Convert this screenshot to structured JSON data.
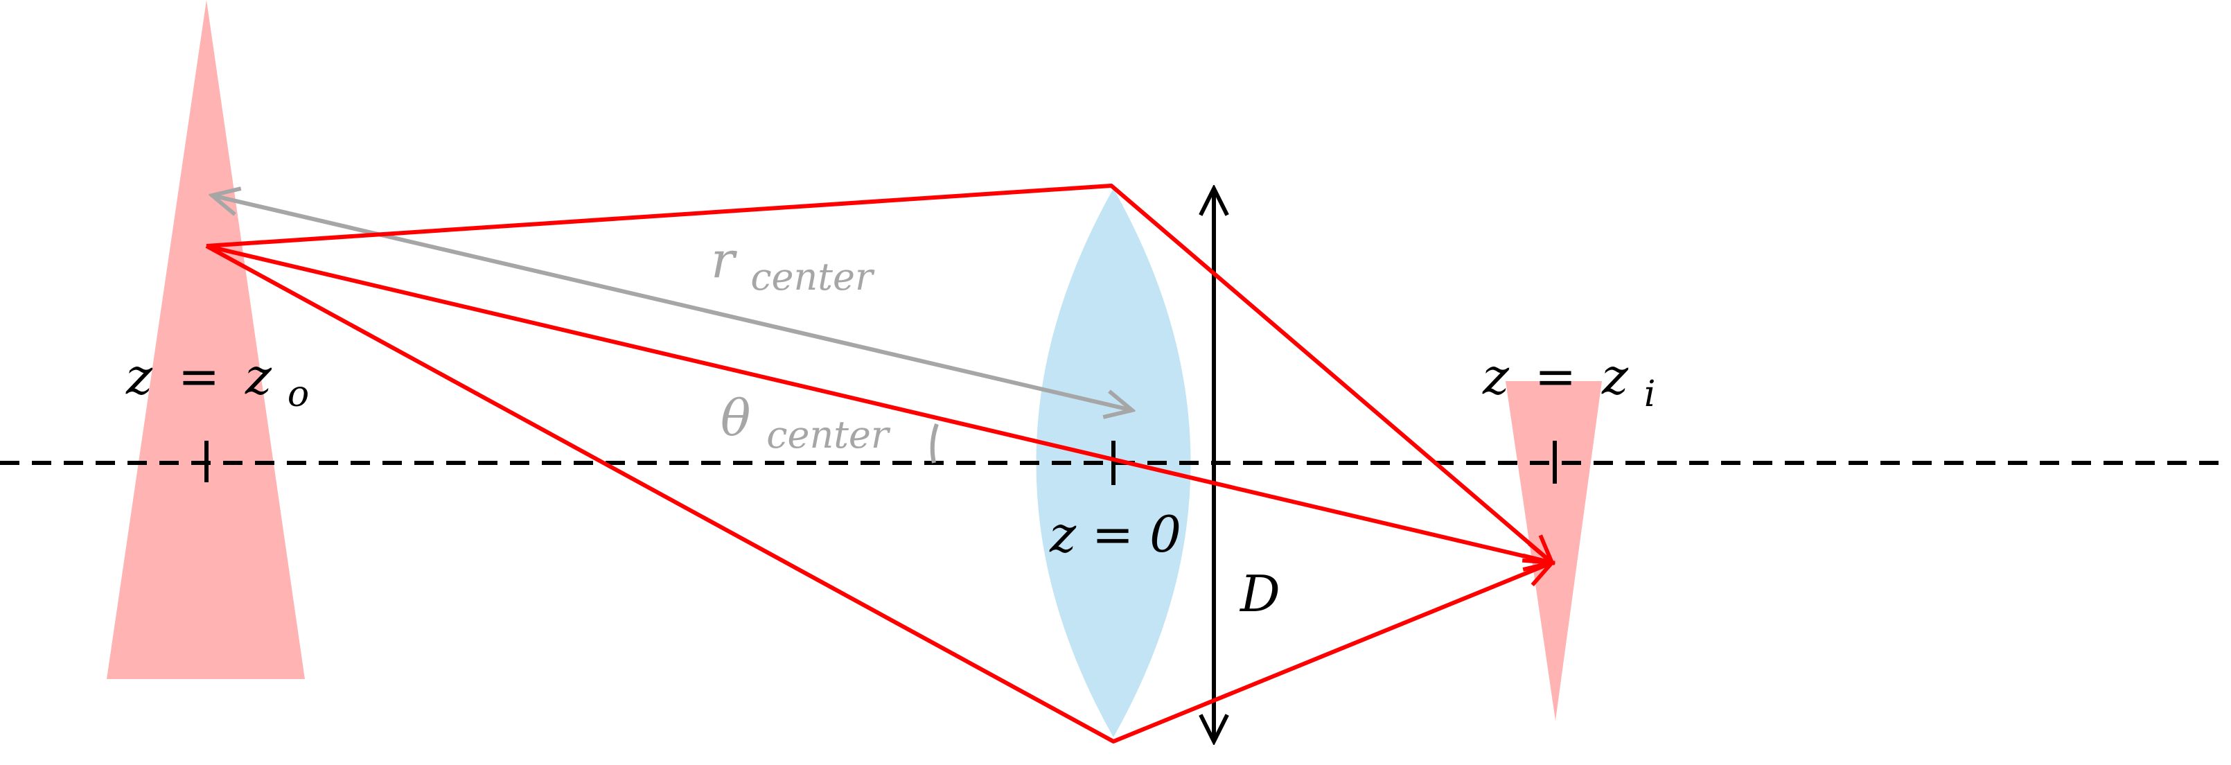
{
  "labels": {
    "object_plane": {
      "eq_lhs": "z",
      "eq_sign": "=",
      "rhs_main": "z",
      "rhs_sub": "o"
    },
    "image_plane": {
      "eq_lhs": "z",
      "eq_sign": "=",
      "rhs_main": "z",
      "rhs_sub": "i"
    },
    "lens_plane": {
      "text": "z = 0"
    },
    "aperture": {
      "text": "D"
    },
    "distance": {
      "main": "r",
      "sub": "center"
    },
    "angle": {
      "main": "θ",
      "sub": "center"
    }
  },
  "colors": {
    "ray": "#ff0000",
    "object": "#ffb3b3",
    "lens": "#c2e4f4",
    "annotation": "#a6a6a6",
    "axis": "#000000"
  }
}
